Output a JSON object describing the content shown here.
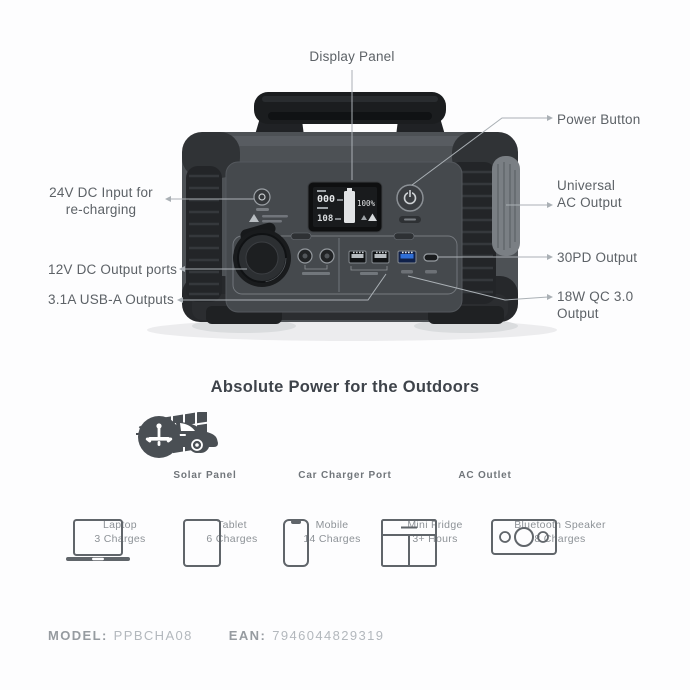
{
  "product": {
    "callouts": {
      "display_panel": "Display Panel",
      "power_button": "Power Button",
      "universal_ac_1": "Universal",
      "universal_ac_2": "AC Output",
      "pd_output": "30PD Output",
      "qc_output_1": "18W QC 3.0",
      "qc_output_2": "Output",
      "dc_input_1": "24V DC Input for",
      "dc_input_2": "re-charging",
      "dc_output": "12V DC Output ports",
      "usba_outputs": "3.1A USB-A Outputs"
    },
    "display": {
      "input_watts": "000",
      "output_watts": "108",
      "battery_level": "100%"
    }
  },
  "features": {
    "title": "Absolute Power for the Outdoors",
    "sources": [
      {
        "label": "Solar Panel",
        "icon": "solar-panel-icon"
      },
      {
        "label": "Car Charger Port",
        "icon": "car-icon"
      },
      {
        "label": "AC Outlet",
        "icon": "ac-outlet-icon"
      }
    ]
  },
  "capacity": [
    {
      "name": "Laptop",
      "amount": "3 Charges",
      "icon": "laptop-icon"
    },
    {
      "name": "Tablet",
      "amount": "6 Charges",
      "icon": "tablet-icon"
    },
    {
      "name": "Mobile",
      "amount": "14 Charges",
      "icon": "mobile-icon"
    },
    {
      "name": "Mini Fridge",
      "amount": "3+ Hours",
      "icon": "fridge-icon"
    },
    {
      "name": "Bluetooth Speaker",
      "amount": "8 Charges",
      "icon": "speaker-icon"
    }
  ],
  "footer": {
    "model_label": "MODEL:",
    "model_value": "PPBCHA08",
    "ean_label": "EAN:",
    "ean_value": "7946044829319"
  },
  "colors": {
    "body_gray": "#4d5155",
    "dark_gray": "#232527",
    "usb_blue": "#2f6fd8",
    "callout_text": "#5d6267",
    "title_text": "#3e434a",
    "muted_text": "#8d9297",
    "footer_text": "#b3b8bd"
  }
}
